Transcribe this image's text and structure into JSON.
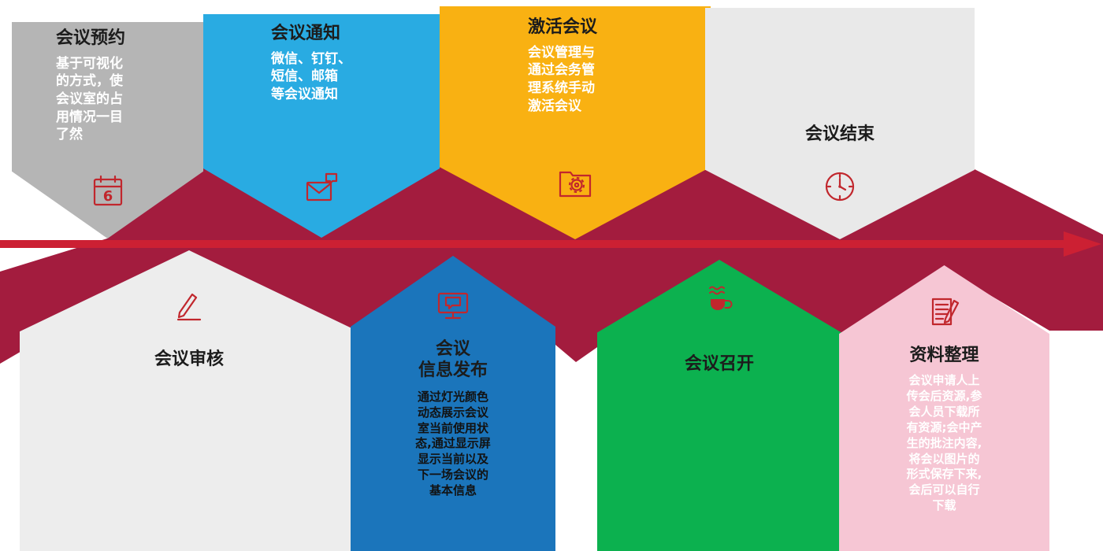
{
  "palette": {
    "band": "#a31c3e",
    "arrow": "#cc2033",
    "icon_red": "#c1272d",
    "top_block_colors": [
      "#b5b5b5",
      "#29abe2",
      "#f9b112",
      "#e9e9e9"
    ],
    "bottom_block_colors": [
      "#ededed",
      "#1b75bb",
      "#0cb14f",
      "#f6c6d4"
    ]
  },
  "top_blocks": [
    {
      "title": "会议预约",
      "desc": "基于可视化\n的方式，使\n会议室的占\n用情况一目\n了然",
      "icon": "calendar-icon"
    },
    {
      "title": "会议通知",
      "desc": "微信、钉钉、\n短信、邮箱\n等会议通知",
      "icon": "mail-icon"
    },
    {
      "title": "激活会议",
      "desc": "会议管理与\n通过会务管\n理系统手动\n激活会议",
      "icon": "folder-gear-icon"
    },
    {
      "title": "会议结束",
      "desc": "",
      "icon": "clock-icon"
    }
  ],
  "bottom_blocks": [
    {
      "title": "会议审核",
      "desc": "",
      "icon": "pen-icon"
    },
    {
      "title": "会议\n信息发布",
      "desc": "通过灯光颜色\n动态展示会议\n室当前使用状\n态,通过显示屏\n显示当前以及\n下一场会议的\n基本信息",
      "icon": "monitor-chat-icon"
    },
    {
      "title": "会议召开",
      "desc": "",
      "icon": "coffee-cup-icon"
    },
    {
      "title": "资料整理",
      "desc": "会议申请人上\n传会后资源,参\n会人员下载所\n有资源;会中产\n生的批注内容,\n将会以图片的\n形式保存下来,\n会后可以自行\n下载",
      "icon": "doc-pen-icon"
    }
  ],
  "calendar_day": "6"
}
